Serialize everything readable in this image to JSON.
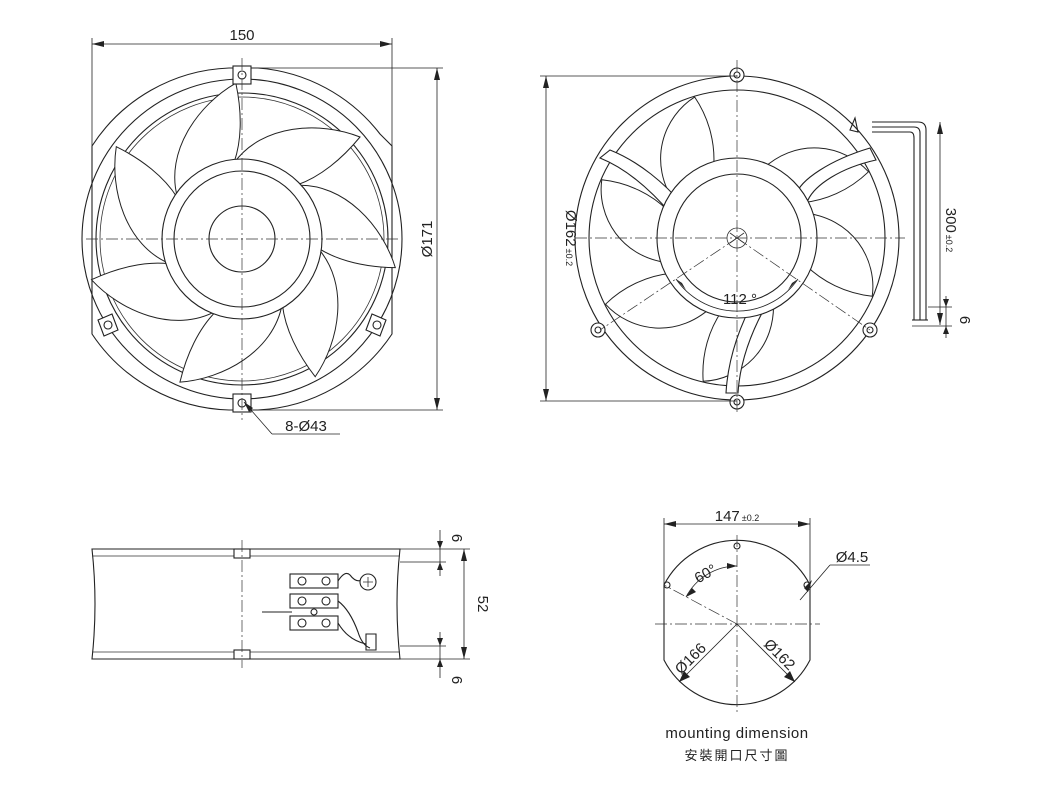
{
  "views": {
    "front": {
      "width_label": "150",
      "diameter_label": "Ø171",
      "holes_label": "8-Ø43"
    },
    "rear": {
      "diameter_label": "Ø162",
      "diameter_tol": "±0.2",
      "angle_label": "112 °",
      "lead_length_label": "300",
      "lead_length_tol": "±0.2",
      "lead_strip_label": "6"
    },
    "side": {
      "top_label": "6",
      "height_label": "52",
      "bottom_label": "6"
    },
    "mounting": {
      "width_label": "147",
      "width_tol": "±0.2",
      "angle_label": "60°",
      "hole_label": "Ø4.5",
      "diameter_a_label": "Ø166",
      "diameter_b_label": "Ø162",
      "caption_en": "mounting dimension",
      "caption_cn": "安裝開口尺寸圖"
    }
  }
}
